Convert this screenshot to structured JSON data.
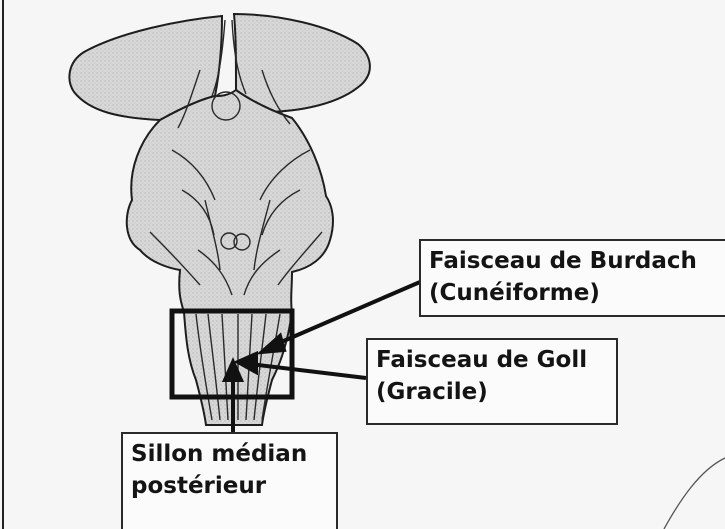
{
  "labels": {
    "burdach": {
      "line1": "Faisceau de Burdach",
      "line2": "(Cunéiforme)"
    },
    "goll": {
      "line1": "Faisceau de Goll",
      "line2": "(Gracile)"
    },
    "sillon": {
      "line1": "Sillon médian",
      "line2": "postérieur"
    }
  },
  "colors": {
    "ink": "#1a1a1a",
    "fill": "#d9d9d9",
    "background": "#f6f6f6"
  }
}
